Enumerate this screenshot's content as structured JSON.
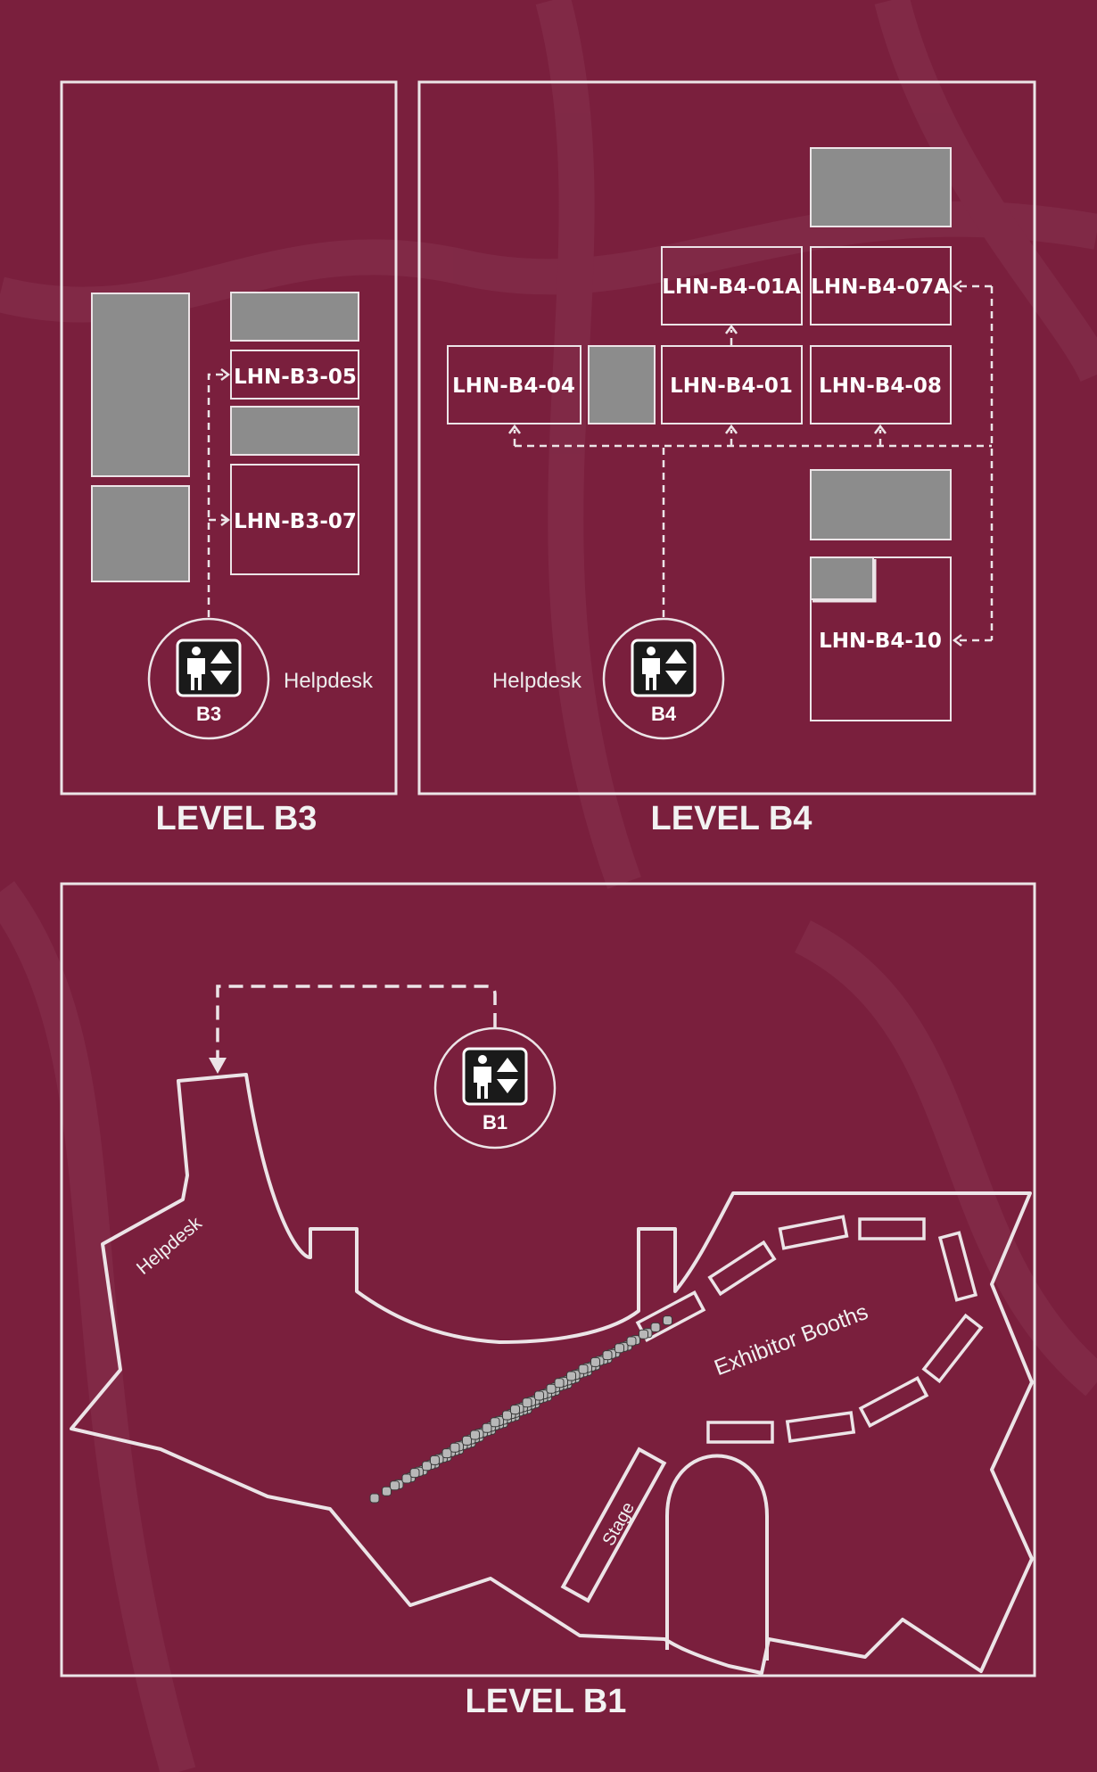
{
  "colors": {
    "background": "#7a1f3d",
    "background_light": "#85304c",
    "line": "#ece4e7",
    "filled_room": "#8c8c8c",
    "icon_bg": "#1a1a1a"
  },
  "levels": {
    "b3": {
      "title": "LEVEL B3",
      "helpdesk": "Helpdesk",
      "elevator": {
        "icon": "elevator-icon",
        "label": "B3"
      },
      "rooms": {
        "r05": "LHN-B3-05",
        "r07": "LHN-B3-07"
      }
    },
    "b4": {
      "title": "LEVEL B4",
      "helpdesk": "Helpdesk",
      "elevator": {
        "icon": "elevator-icon",
        "label": "B4"
      },
      "rooms": {
        "r01a": "LHN-B4-01A",
        "r07a": "LHN-B4-07A",
        "r04": "LHN-B4-04",
        "r01": "LHN-B4-01",
        "r08": "LHN-B4-08",
        "r10": "LHN-B4-10"
      }
    },
    "b1": {
      "title": "LEVEL B1",
      "helpdesk": "Helpdesk",
      "elevator": {
        "icon": "elevator-icon",
        "label": "B1"
      },
      "exhibitor": "Exhibitor Booths",
      "stage": "Stage"
    }
  }
}
